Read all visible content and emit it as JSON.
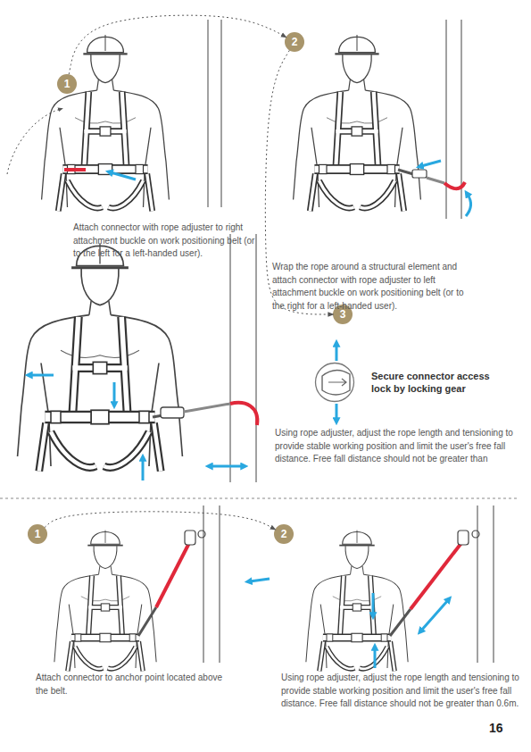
{
  "diagram": {
    "nodes": [
      {
        "text": [
          "1"
        ]
      },
      {
        "text": [
          "2"
        ]
      },
      {
        "text": [
          "3"
        ]
      },
      {
        "text": [
          "Secure connector access lock by locking gear"
        ]
      },
      {
        "text": [
          "1"
        ]
      },
      {
        "text": [
          "2"
        ]
      }
    ],
    "edges": [
      {
        "from": 0,
        "to": 1,
        "arrow": "to"
      },
      {
        "from": 1,
        "to": 2,
        "arrow": "to"
      },
      {
        "from": 4,
        "to": 5,
        "arrow": "to"
      }
    ],
    "labels": [
      "Attach connector with rope adjuster to right attachment buckle on work positioning belt (or to the left for a left-handed user).",
      "Wrap the rope around a structural element and attach connector with rope adjuster to left attachment buckle on work positioning belt (or to the right for a left-handed user).",
      "Using rope adjuster, adjust the rope length and tensioning to provide stable working position and limit the user's free fall distance. Free fall distance should not be greater than",
      "Attach connector to anchor point located above the belt.",
      "Using rope adjuster, adjust the rope length and tensioning to provide stable working position and limit the user's free fall distance. Free fall distance should not be greater than 0.6m.",
      "16"
    ]
  }
}
